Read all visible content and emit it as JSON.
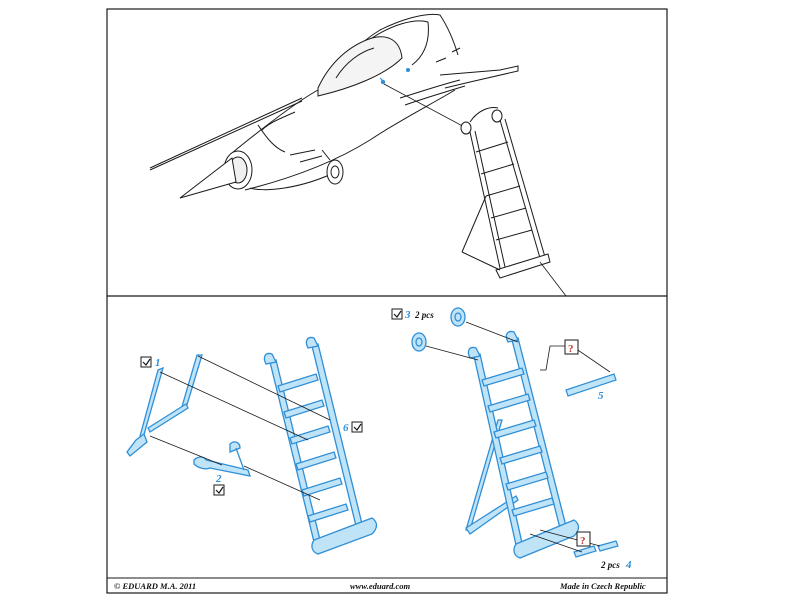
{
  "parts": {
    "part1": "1",
    "part2": "2",
    "part3": "3",
    "part4": "4",
    "part5": "5",
    "part6": "6",
    "qty_part3": "2 pcs",
    "qty_part4": "2 pcs",
    "unknown_mark": "?"
  },
  "footer": {
    "copyright": "© EDUARD  M.A. 2011",
    "website": "www.eduard.com",
    "origin": "Made in Czech Republic"
  },
  "colors": {
    "photo_etch": "#bfe3f7",
    "photo_etch_outline": "#2f8fd6",
    "ink": "#1a1a1a",
    "question_mark": "#c0392b"
  }
}
